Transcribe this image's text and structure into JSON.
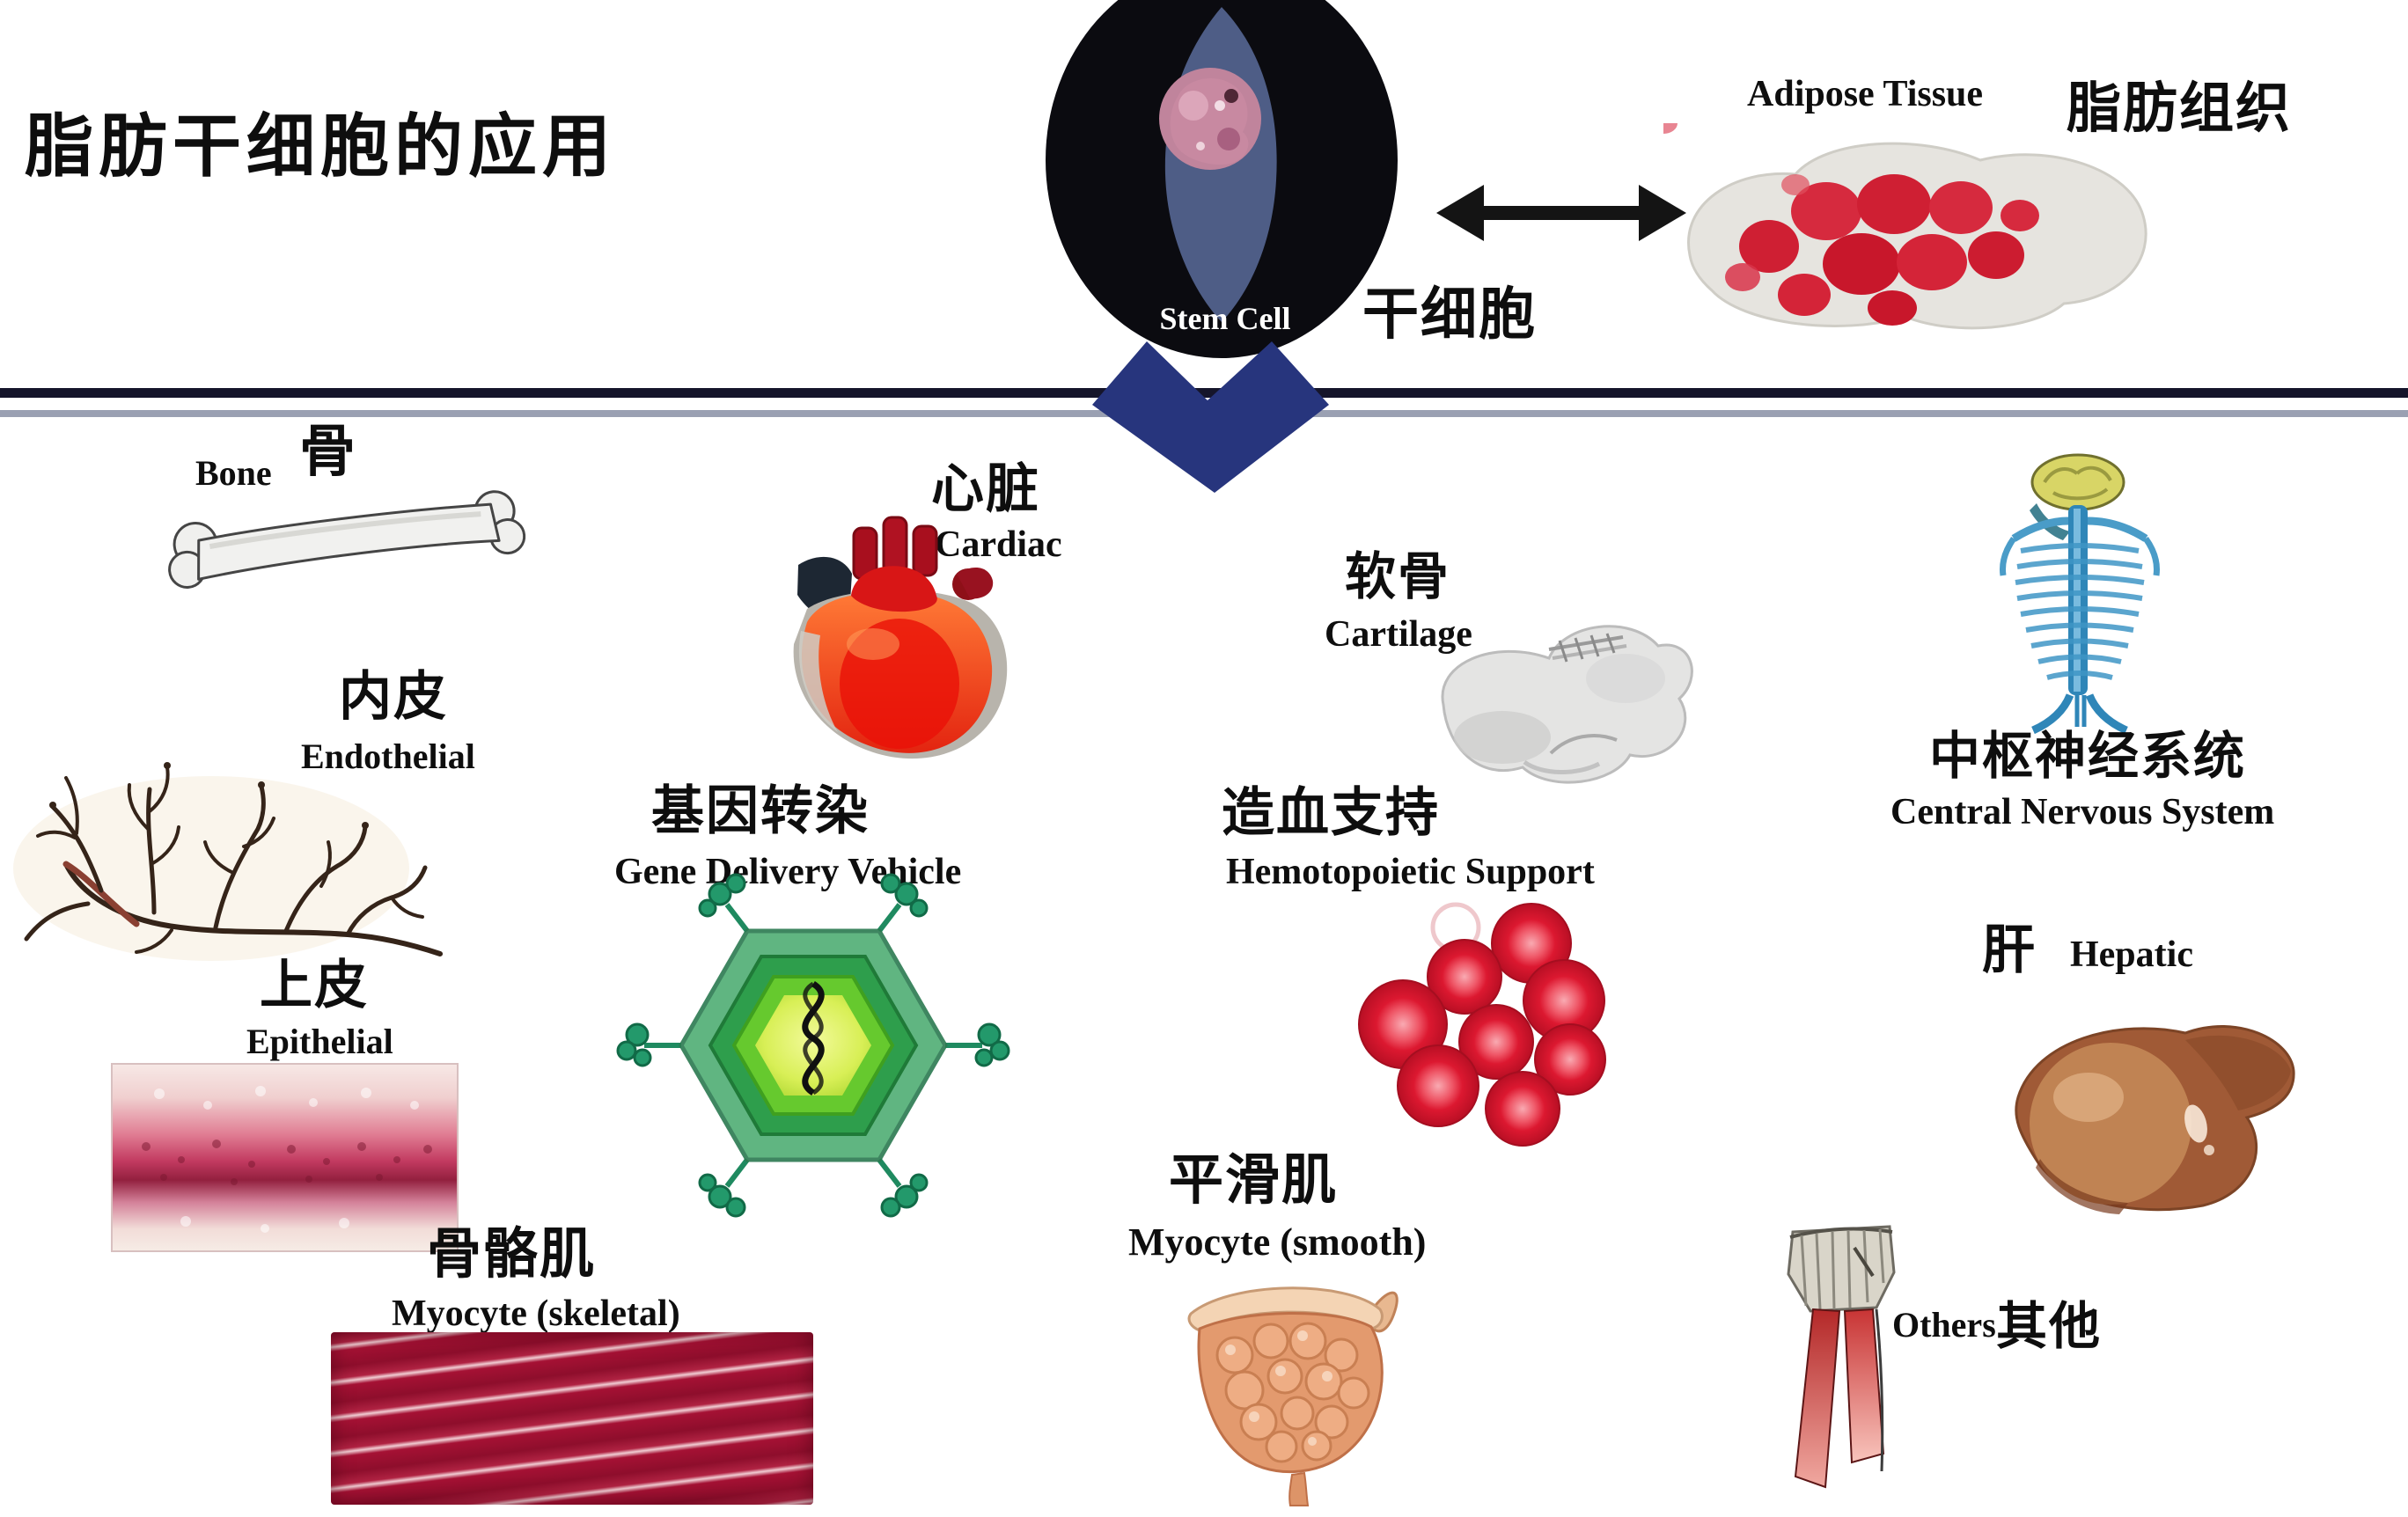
{
  "title": "脂肪干细胞的应用",
  "source": {
    "stem_cell": {
      "en": "Stem Cell",
      "zh": "干细胞"
    },
    "adipose_tissue": {
      "en": "Adipose Tissue",
      "zh": "脂肪组织"
    }
  },
  "derivatives": {
    "bone": {
      "zh": "骨",
      "en": "Bone"
    },
    "cardiac": {
      "zh": "心脏",
      "en": "Cardiac"
    },
    "cartilage": {
      "zh": "软骨",
      "en": "Cartilage"
    },
    "cns": {
      "zh": "中枢神经系统",
      "en": "Central Nervous System"
    },
    "endothelial": {
      "zh": "内皮",
      "en": "Endothelial"
    },
    "gene_delivery": {
      "zh": "基因转染",
      "en": "Gene Delivery Vehicle"
    },
    "hemopoietic_support": {
      "zh": "造血支持",
      "en": "Hemotopoietic Support"
    },
    "hepatic": {
      "zh": "肝",
      "en": "Hepatic"
    },
    "epithelial": {
      "zh": "上皮",
      "en": "Epithelial"
    },
    "myocyte_skeletal": {
      "zh": "骨骼肌",
      "en": "Myocyte (skeletal)"
    },
    "myocyte_smooth": {
      "zh": "平滑肌",
      "en": "Myocyte (smooth)"
    },
    "others": {
      "zh": "其他",
      "en": "Others"
    }
  },
  "icons": {
    "bidirectional_arrow": "↔",
    "down_chevron": "v"
  },
  "colors": {
    "background": "#ffffff",
    "text": "#111111",
    "divider_dark": "#15152b",
    "divider_gray": "#9aa0b2",
    "chevron_blue": "#27357d",
    "stem_cell_black": "#0b0b10",
    "stem_cell_blue": "#4e5d86",
    "adipose_red": "#cf1f33",
    "capsid_green": "#2e9e4c",
    "rbc_red": "#dc1830",
    "liver_brown": "#a05a36",
    "cns_blue": "#3f96c6",
    "muscle_crimson": "#8e0e2c"
  }
}
